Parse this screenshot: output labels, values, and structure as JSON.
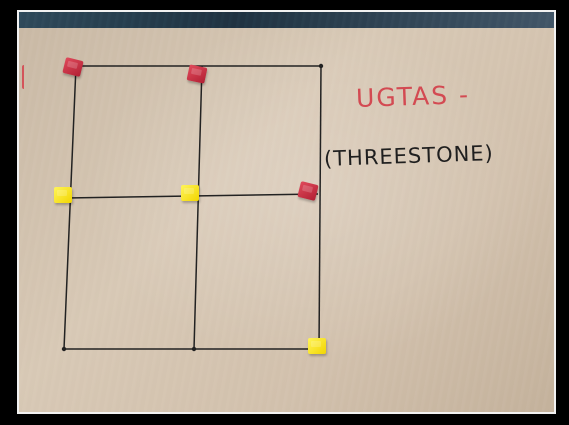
{
  "photo": {
    "title_text": "UGTAS -",
    "subtitle_text": "(THREESTONE)"
  },
  "board": {
    "rows": 3,
    "cols": 3,
    "pieces": [
      {
        "color": "red",
        "row": 0,
        "col": 0
      },
      {
        "color": "red",
        "row": 0,
        "col": 1
      },
      {
        "color": "yellow",
        "row": 1,
        "col": 0
      },
      {
        "color": "yellow",
        "row": 1,
        "col": 1
      },
      {
        "color": "red",
        "row": 1,
        "col": 2
      },
      {
        "color": "yellow",
        "row": 2,
        "col": 2
      }
    ]
  },
  "colors": {
    "frame": "#000000",
    "border": "#f2f2f2",
    "board": "#d8c9b6",
    "line": "#222222",
    "title_red": "#d34a52",
    "piece_red": "#c92f40",
    "piece_yellow": "#f5df16"
  }
}
